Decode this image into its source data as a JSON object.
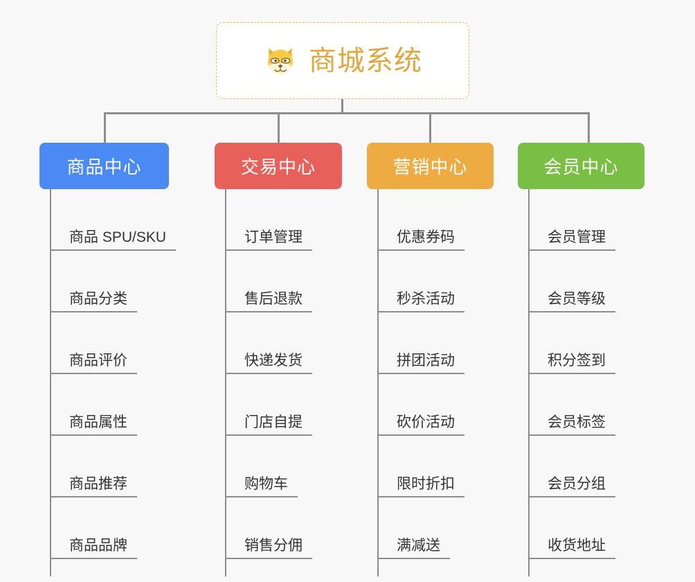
{
  "root": {
    "title": "商城系统",
    "icon": "shiba-dog-icon",
    "text_color": "#e0a83c",
    "border_color": "#e8b765",
    "background": "#ffffff"
  },
  "canvas": {
    "background": "#f8f8f8",
    "connector_color": "#8d8d8d"
  },
  "branches": [
    {
      "label": "商品中心",
      "color": "#4a8af4",
      "items": [
        "商品 SPU/SKU",
        "商品分类",
        "商品评价",
        "商品属性",
        "商品推荐",
        "商品品牌"
      ]
    },
    {
      "label": "交易中心",
      "color": "#e8605a",
      "items": [
        "订单管理",
        "售后退款",
        "快递发货",
        "门店自提",
        "购物车",
        "销售分佣"
      ]
    },
    {
      "label": "营销中心",
      "color": "#edab42",
      "items": [
        "优惠券码",
        "秒杀活动",
        "拼团活动",
        "砍价活动",
        "限时折扣",
        "满减送"
      ]
    },
    {
      "label": "会员中心",
      "color": "#78bf44",
      "items": [
        "会员管理",
        "会员等级",
        "积分签到",
        "会员标签",
        "会员分组",
        "收货地址"
      ]
    }
  ]
}
